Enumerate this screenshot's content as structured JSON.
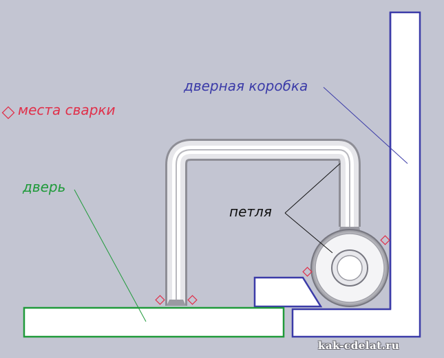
{
  "labels": {
    "door_frame": "дверная коробка",
    "weld_spots": "места сварки",
    "door": "дверь",
    "hinge": "петля",
    "site": "kak-cdelat.ru"
  },
  "colors": {
    "background": "#c3c5d2",
    "door_frame": "#3b3ba8",
    "door": "#1f9a3a",
    "weld": "#e0304a",
    "hinge_pipe": "#8e8e96",
    "hinge_label": "#111111",
    "part_fill": "#ffffff"
  },
  "icons": {
    "weld_marker": "diamond-outline-icon"
  }
}
